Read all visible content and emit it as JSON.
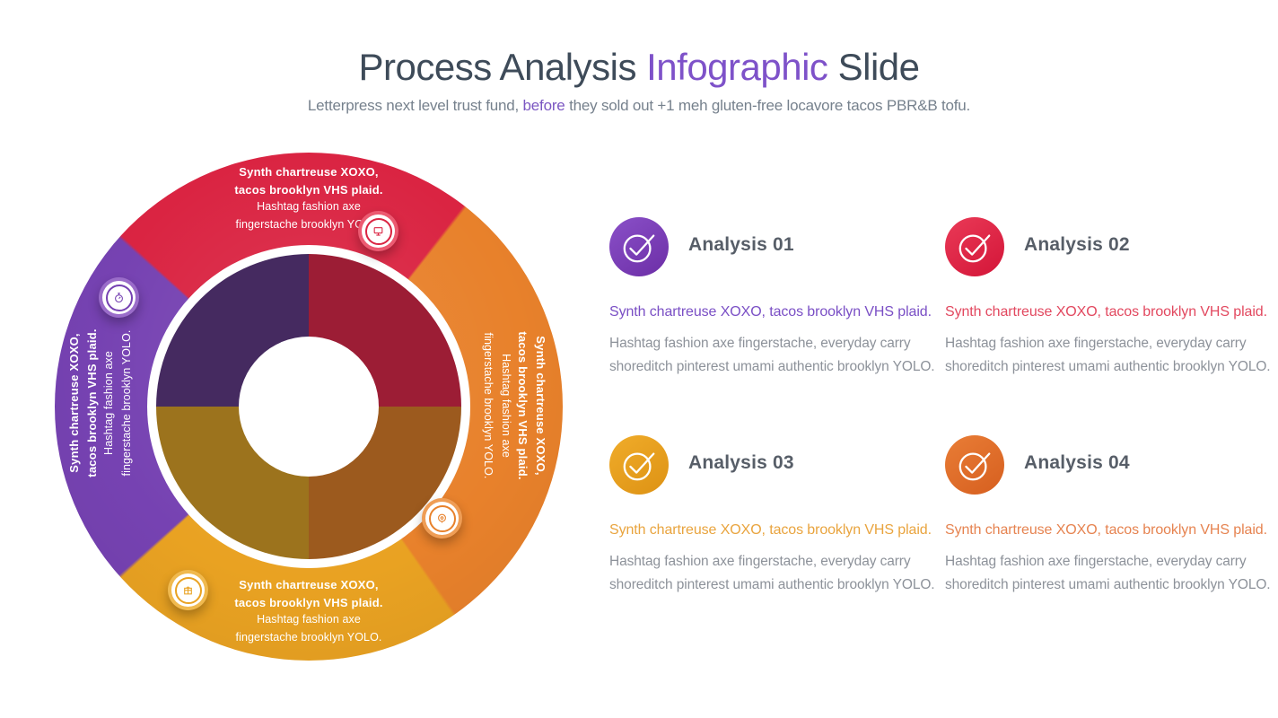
{
  "header": {
    "title": {
      "part1": "Process Analysis ",
      "accent": "Infographic",
      "part2": " Slide"
    },
    "subtitle": {
      "part1": "Letterpress next level trust fund, ",
      "accent": "before",
      "part2": " they sold out +1 meh gluten-free locavore tacos PBR&B tofu."
    }
  },
  "palette": {
    "outer_red": "#da2442",
    "outer_orange": "#e8812b",
    "outer_amber": "#e9a222",
    "outer_purple": "#7642b2",
    "inner_maroon": "#9c1d35",
    "inner_brown": "#9c5a1e",
    "inner_mustard": "#9c731d",
    "inner_dark_purple": "#452a60",
    "heading_slate": "#3e4b59",
    "heading_accent_purple": "#7e52c9",
    "body_gray": "#8d929a"
  },
  "wheel": {
    "outer_segments": [
      {
        "position": "top",
        "color": "#da2442",
        "icon": "presentation-icon",
        "lines": [
          "Synth chartreuse XOXO,",
          "tacos brooklyn VHS plaid.",
          "Hashtag fashion axe",
          "fingerstache brooklyn YOLO."
        ]
      },
      {
        "position": "right",
        "color": "#e8812b",
        "icon": "idea-head-icon",
        "lines": [
          "Synth chartreuse XOXO,",
          "tacos brooklyn VHS plaid.",
          "Hashtag fashion axe",
          "fingerstache brooklyn YOLO."
        ]
      },
      {
        "position": "bottom",
        "color": "#e9a222",
        "icon": "package-icon",
        "lines": [
          "Synth chartreuse XOXO,",
          "tacos brooklyn VHS plaid.",
          "Hashtag fashion axe",
          "fingerstache brooklyn YOLO."
        ]
      },
      {
        "position": "left",
        "color": "#7642b2",
        "icon": "stopwatch-icon",
        "lines": [
          "Synth chartreuse XOXO,",
          "tacos brooklyn VHS plaid.",
          "Hashtag fashion axe",
          "fingerstache brooklyn YOLO."
        ]
      }
    ],
    "inner_quadrants": [
      {
        "position": "top-right",
        "color": "#9c1d35"
      },
      {
        "position": "bottom-right",
        "color": "#9c5a1e"
      },
      {
        "position": "bottom-left",
        "color": "#9c731d"
      },
      {
        "position": "top-left",
        "color": "#452a60"
      }
    ]
  },
  "items": [
    {
      "title": "Analysis 01",
      "accent_color": "#7a4fc5",
      "subtitle": "Synth chartreuse XOXO, tacos brooklyn VHS plaid.",
      "body": [
        "Hashtag fashion axe fingerstache, everyday carry",
        "shoreditch pinterest umami authentic brooklyn YOLO."
      ]
    },
    {
      "title": "Analysis 02",
      "accent_color": "#e2485f",
      "subtitle": "Synth chartreuse XOXO, tacos brooklyn VHS plaid.",
      "body": [
        "Hashtag fashion axe fingerstache, everyday carry",
        "shoreditch pinterest umami authentic brooklyn YOLO."
      ]
    },
    {
      "title": "Analysis 03",
      "accent_color": "#e9a43e",
      "subtitle": "Synth chartreuse XOXO, tacos brooklyn VHS plaid.",
      "body": [
        "Hashtag fashion axe fingerstache, everyday carry",
        "shoreditch pinterest umami authentic brooklyn YOLO."
      ]
    },
    {
      "title": "Analysis 04",
      "accent_color": "#e68350",
      "subtitle": "Synth chartreuse XOXO, tacos brooklyn VHS plaid.",
      "body": [
        "Hashtag fashion axe fingerstache, everyday carry",
        "shoreditch pinterest umami authentic brooklyn YOLO."
      ]
    }
  ]
}
